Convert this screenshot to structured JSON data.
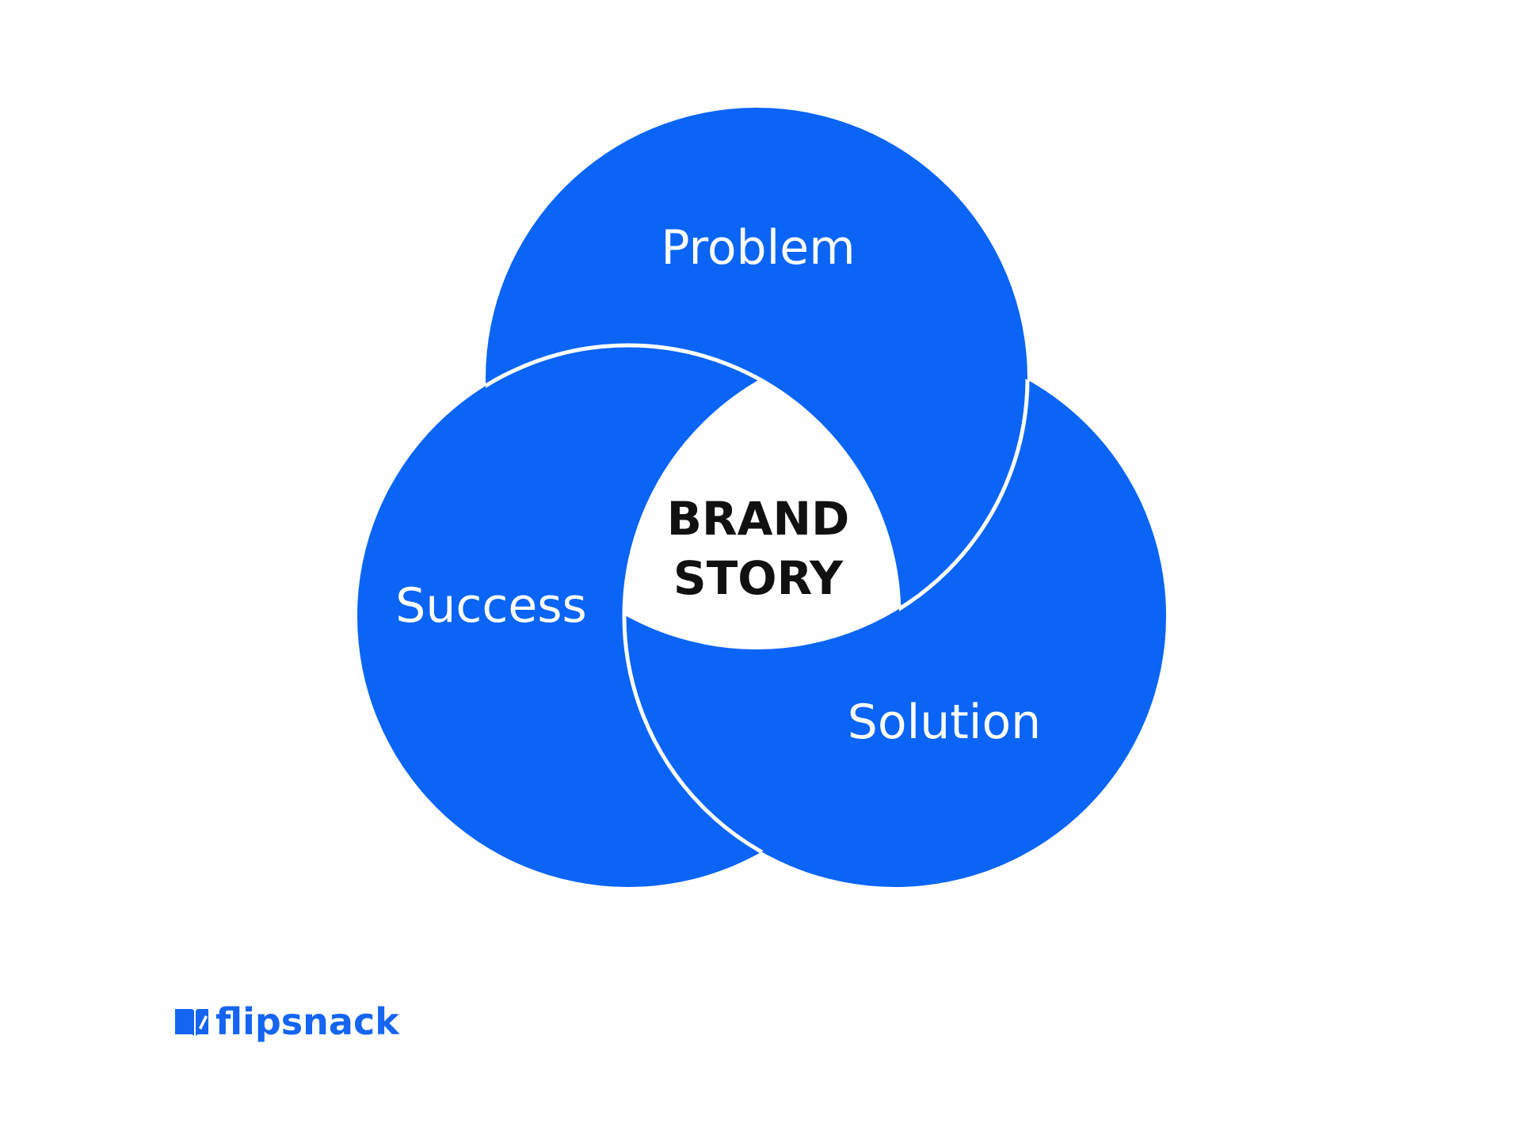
{
  "diagram": {
    "circles": [
      {
        "label": "Problem"
      },
      {
        "label": "Success"
      },
      {
        "label": "Solution"
      }
    ],
    "center_lines": [
      "BRAND",
      "STORY"
    ]
  },
  "brand": {
    "name": "flipsnack",
    "logo_icon": "flipsnack-book-icon"
  },
  "colors": {
    "circle_fill": "#0a64f5",
    "outline": "#ffffff",
    "center_text": "#111111",
    "brand": "#1565f2"
  }
}
